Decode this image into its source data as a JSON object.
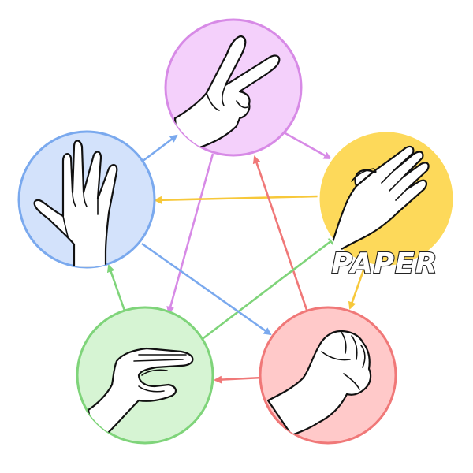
{
  "diagram": {
    "label": "PAPER",
    "nodes": [
      {
        "id": "scissors",
        "icon": "scissors-hand-icon",
        "fill": "#f4d0fb",
        "stroke": "#d78ae6"
      },
      {
        "id": "paper",
        "icon": "paper-hand-icon",
        "fill": "#fdd95a",
        "stroke": "#ffffff"
      },
      {
        "id": "rock",
        "icon": "rock-fist-icon",
        "fill": "#ffc9c9",
        "stroke": "#f07878"
      },
      {
        "id": "lizard",
        "icon": "lizard-hand-icon",
        "fill": "#d6f4d3",
        "stroke": "#7fd47a"
      },
      {
        "id": "spock",
        "icon": "spock-hand-icon",
        "fill": "#d3e2fb",
        "stroke": "#7aa9ee"
      }
    ],
    "edges": [
      {
        "from": "scissors",
        "to": "paper",
        "color": "#d78ae6"
      },
      {
        "from": "scissors",
        "to": "lizard",
        "color": "#d78ae6"
      },
      {
        "from": "paper",
        "to": "spock",
        "color": "#fdd95a"
      },
      {
        "from": "paper",
        "to": "rock",
        "color": "#fdd95a"
      },
      {
        "from": "rock",
        "to": "scissors",
        "color": "#f07878"
      },
      {
        "from": "rock",
        "to": "lizard",
        "color": "#f07878"
      },
      {
        "from": "lizard",
        "to": "paper",
        "color": "#7fd47a"
      },
      {
        "from": "lizard",
        "to": "spock",
        "color": "#7fd47a"
      },
      {
        "from": "spock",
        "to": "scissors",
        "color": "#7aa9ee"
      },
      {
        "from": "spock",
        "to": "rock",
        "color": "#7aa9ee"
      }
    ]
  }
}
